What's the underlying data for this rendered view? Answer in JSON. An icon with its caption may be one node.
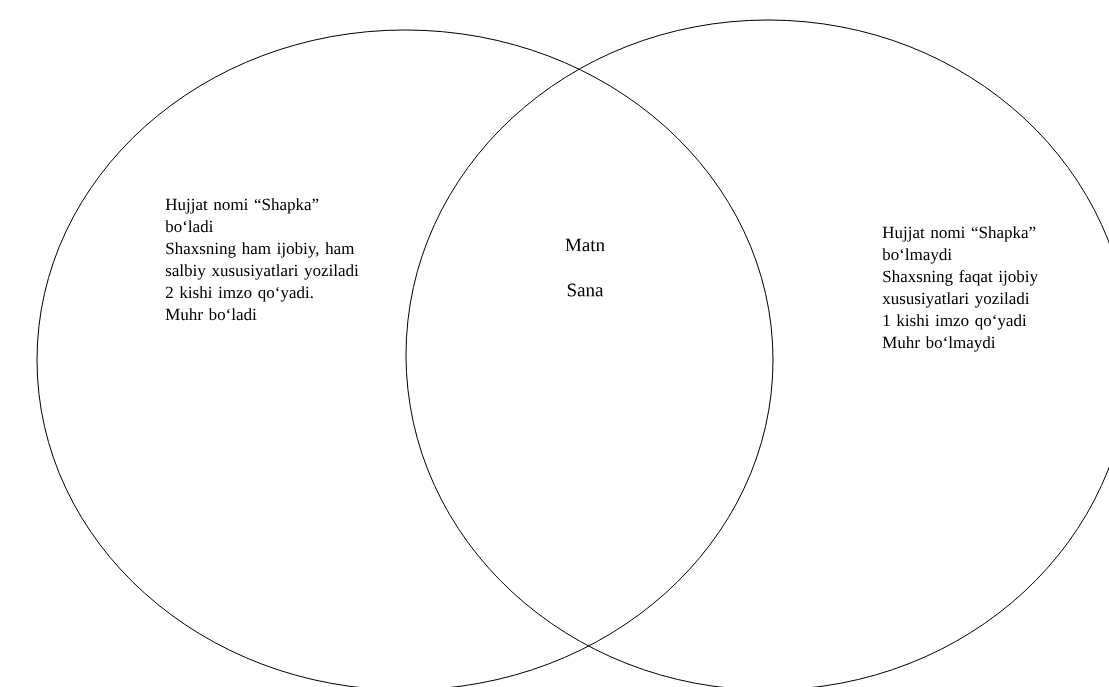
{
  "diagram": {
    "nodes": [
      {
        "text": [
          "Hujjat nomi “Shapka” bo‘ladi",
          "Shaxsning ham ijobiy, ham salbiy xususiyatlari yoziladi",
          "2 kishi imzo qo‘yadi.",
          "Muhr bo‘ladi"
        ]
      },
      {
        "text": [
          "Hujjat nomi “Shapka” bo‘lmaydi",
          "Shaxsning faqat ijobiy xususiyatlari yoziladi",
          "1 kishi imzo qo‘yadi",
          "Muhr bo‘lmaydi"
        ]
      }
    ],
    "labels": [
      "Matn",
      "Sana"
    ]
  }
}
